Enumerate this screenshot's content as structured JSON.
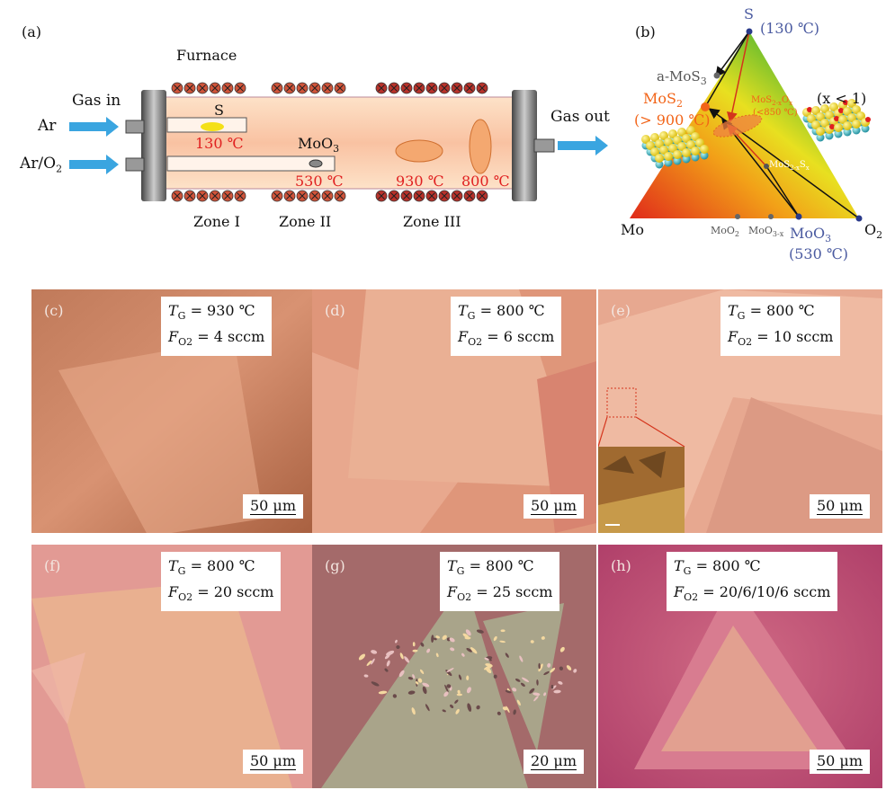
{
  "panel_a": {
    "label": "(a)",
    "furnace": "Furnace",
    "gas_in": "Gas in",
    "gas_out": "Gas out",
    "ar": "Ar",
    "ar_o2": "Ar/O",
    "ar_o2_sub": "2",
    "s": "S",
    "t_s": "130 ℃",
    "moo3": "MoO",
    "moo3_sub": "3",
    "t_moo3": "530 ℃",
    "t_930": "930 ℃",
    "t_800": "800 ℃",
    "zone1": "Zone I",
    "zone2": "Zone II",
    "zone3": "Zone III"
  },
  "panel_b": {
    "label": "(b)",
    "s_vertex": "S",
    "s_temp": "(130 ℃)",
    "a_mos3": "a-MoS",
    "a_mos3_sub": "3",
    "mos2": "MoS",
    "mos2_sub": "2",
    "mos2_temp": "(> 900 ℃)",
    "mos2ox": "MoS",
    "mos2ox_sub": "2-x",
    "mos2ox_o": "O",
    "mos2ox_osub": "x",
    "mos2ox_temp": "(<850 ℃)",
    "x_cond": "(x < 1)",
    "mos2xsx": "MoS",
    "mos2xsx_sub": "2-x",
    "mos2xsx_s": "S",
    "mos2xsx_ssub": "x",
    "mo_vertex": "Mo",
    "moo2": "MoO",
    "moo2_sub": "2",
    "moo3x": "MoO",
    "moo3x_sub": "3-x",
    "moo3": "MoO",
    "moo3_sub": "3",
    "moo3_temp": "(530 ℃)",
    "o2_vertex": "O",
    "o2_sub": "2"
  },
  "panels": [
    {
      "label": "(c)",
      "tg": "= 930 ℃",
      "fo2": "= 4 sccm",
      "scale": "50 μm"
    },
    {
      "label": "(d)",
      "tg": "= 800 ℃",
      "fo2": "= 6 sccm",
      "scale": "50 μm"
    },
    {
      "label": "(e)",
      "tg": "= 800 ℃",
      "fo2": "= 10 sccm",
      "scale": "50 μm"
    },
    {
      "label": "(f)",
      "tg": "= 800 ℃",
      "fo2": "= 20 sccm",
      "scale": "50 μm"
    },
    {
      "label": "(g)",
      "tg": "= 800 ℃",
      "fo2": "= 25 sccm",
      "scale": "20 μm"
    },
    {
      "label": "(h)",
      "tg": "= 800 ℃",
      "fo2": "= 20/6/10/6 sccm",
      "scale": "50 μm"
    }
  ],
  "symbols": {
    "t": "T",
    "t_sub": "G",
    "f": "F",
    "f_sub": "O2"
  },
  "colors": {
    "red_label": "#e02020",
    "blue_label": "#4a5aa0",
    "arrow": "#3aa5e0",
    "coil": "#c0392b"
  }
}
